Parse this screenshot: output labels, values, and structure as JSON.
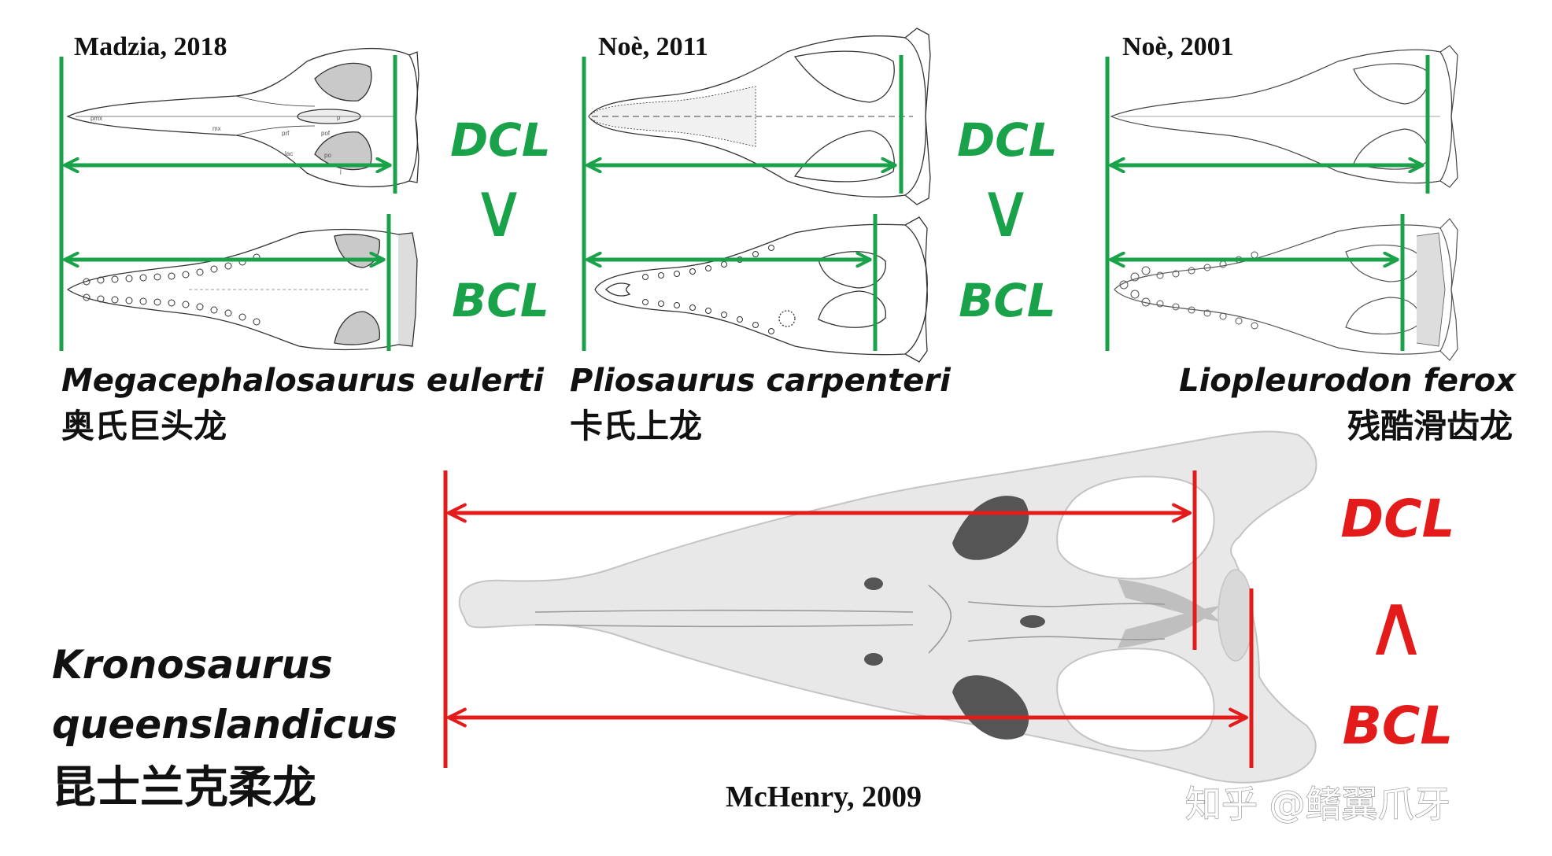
{
  "panels": [
    {
      "citation": "Madzia, 2018",
      "binomial": "Megacephalosaurus eulerti",
      "chinese_name": "奥氏巨头龙"
    },
    {
      "citation": "Noè, 2011",
      "binomial": "Pliosaurus carpenteri",
      "chinese_name": "卡氏上龙"
    },
    {
      "citation": "Noè, 2001",
      "binomial": "Liopleurodon ferox",
      "chinese_name": "残酷滑齿龙"
    }
  ],
  "comparisons": [
    {
      "upper": "DCL",
      "relation": "∨",
      "lower": "BCL"
    },
    {
      "upper": "DCL",
      "relation": "∨",
      "lower": "BCL"
    },
    {
      "upper": "DCL",
      "relation": "∧",
      "lower": "BCL"
    }
  ],
  "bone_labels": {
    "pmx": "pmx",
    "mx": "mx",
    "prf": "prf",
    "pof": "pof",
    "lac": "lac",
    "po": "po",
    "j": "j",
    "p": "p"
  },
  "kronosaurus": {
    "binomial_line1": "Kronosaurus",
    "binomial_line2": "queenslandicus",
    "chinese_name": "昆士兰克柔龙",
    "citation": "McHenry, 2009"
  },
  "watermark": "知乎 @鳍翼爪牙",
  "colors": {
    "green": "#1aa24a",
    "red": "#e31b1b",
    "skull_fill": "#e8e8e8",
    "skull_dark": "#555555"
  }
}
